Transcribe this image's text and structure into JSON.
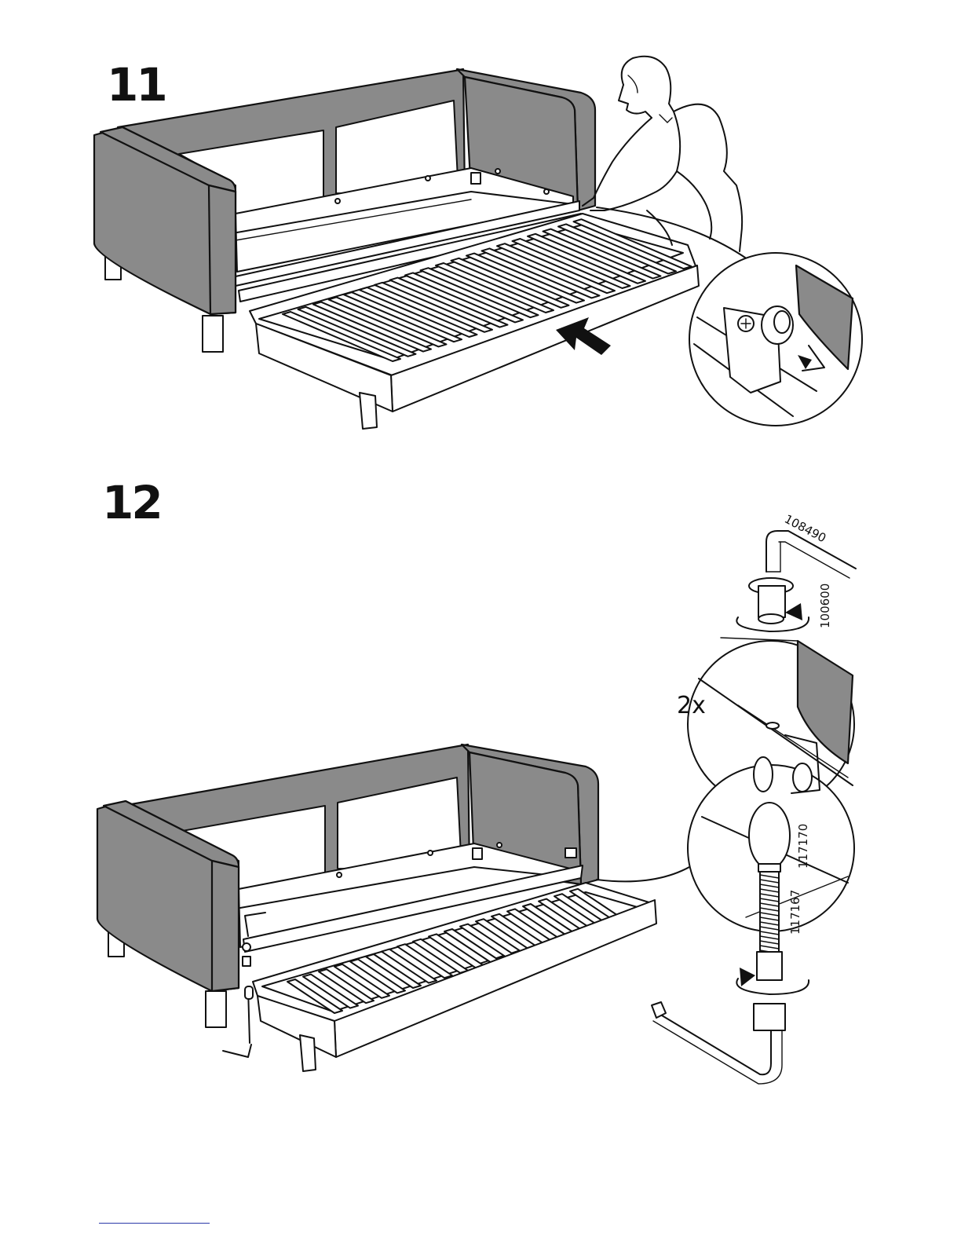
{
  "steps": [
    {
      "number": "11"
    },
    {
      "number": "12"
    }
  ],
  "quantity_label": "2x",
  "part_numbers": [
    "108490",
    "100600",
    "117170",
    "117167"
  ],
  "colors": {
    "upholstery": "#8a8a8a",
    "line": "#111111",
    "footer_rule": "#2b3aa8"
  }
}
